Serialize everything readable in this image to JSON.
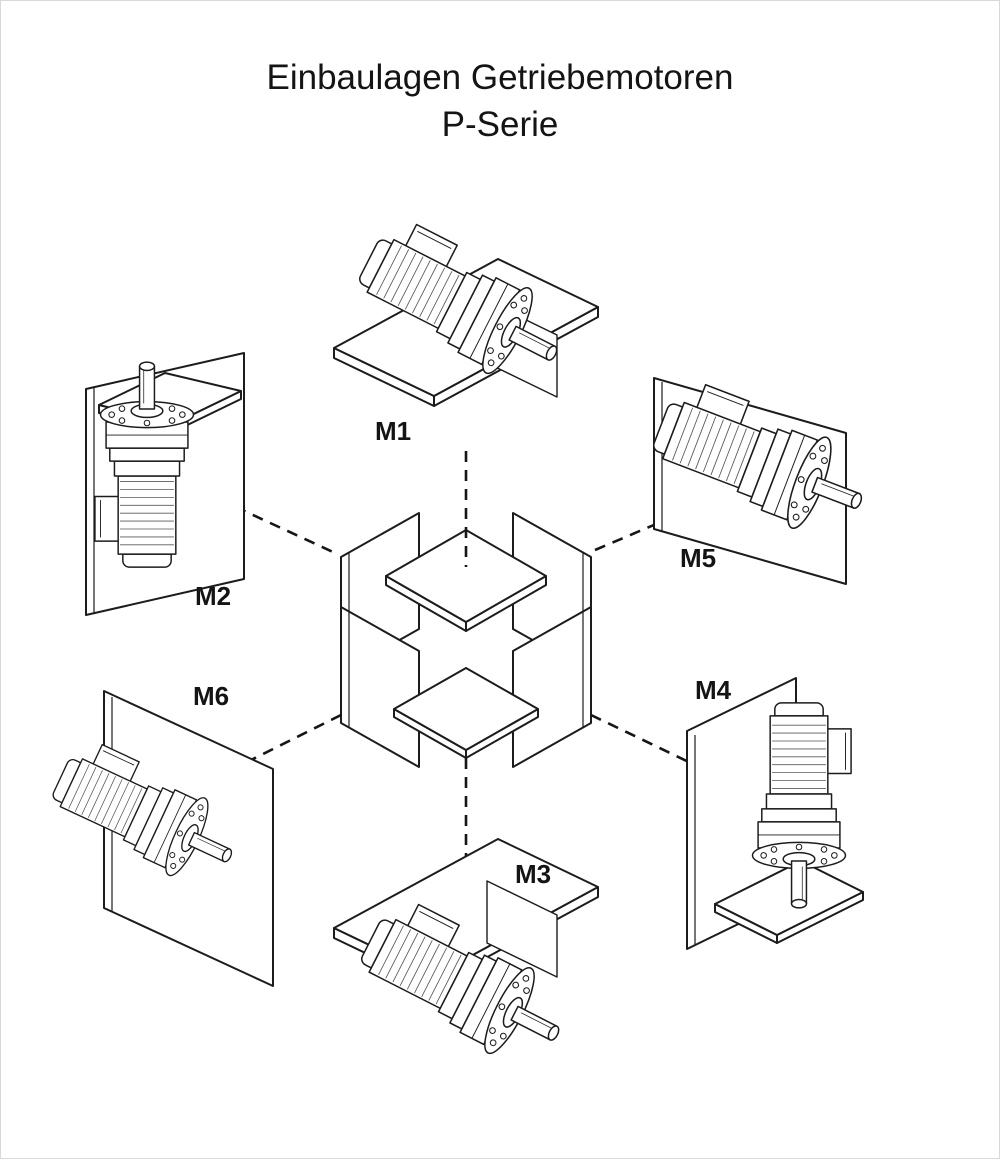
{
  "diagram": {
    "title_line1": "Einbaulagen Getriebemotoren",
    "title_line2": "P-Serie"
  },
  "positions": [
    {
      "label": "M1"
    },
    {
      "label": "M2"
    },
    {
      "label": "M3"
    },
    {
      "label": "M4"
    },
    {
      "label": "M5"
    },
    {
      "label": "M6"
    }
  ],
  "colors": {
    "line": "#1c1c1c",
    "background": "#ffffff"
  }
}
